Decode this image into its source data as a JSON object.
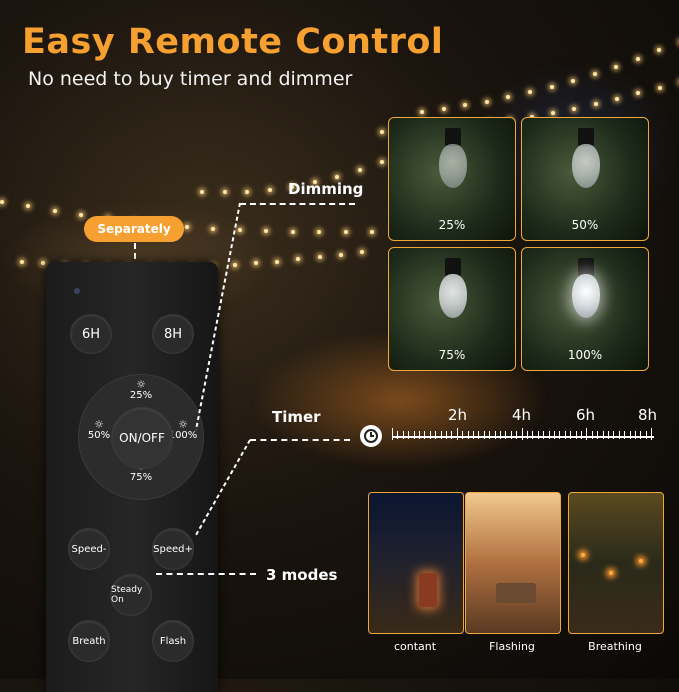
{
  "header": {
    "title": "Easy Remote Control",
    "subtitle": "No need to buy timer and dimmer"
  },
  "remote": {
    "badge": "Separately",
    "btn_6h": "6H",
    "btn_8h": "8H",
    "center": "ON/OFF",
    "ring_top": "25%",
    "ring_left": "50%",
    "ring_right": "100%",
    "ring_bottom": "75%",
    "speed_minus": "Speed-",
    "speed_plus": "Speed+",
    "steady": "Steady On",
    "breath": "Breath",
    "flash": "Flash"
  },
  "callouts": {
    "dimming": "Dimming",
    "timer": "Timer",
    "modes": "3 modes"
  },
  "dimming_levels": [
    "25%",
    "50%",
    "75%",
    "100%"
  ],
  "timer_marks": [
    "2h",
    "4h",
    "6h",
    "8h"
  ],
  "modes": [
    "contant",
    "Flashing",
    "Breathing"
  ],
  "colors": {
    "accent": "#f5a030",
    "frame": "#f0a838"
  },
  "icons": {
    "clock": "clock-icon",
    "brightness": "sun-icon"
  }
}
